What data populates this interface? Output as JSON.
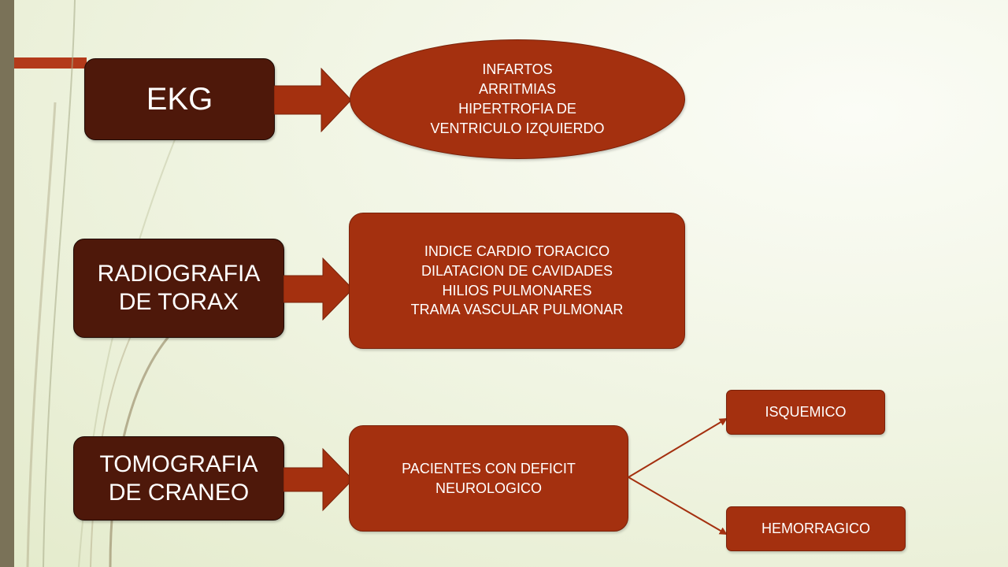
{
  "diagram": {
    "exams": [
      {
        "label": "EKG",
        "findings": "INFARTOS\nARRITMIAS\nHIPERTROFIA DE\nVENTRICULO IZQUIERDO"
      },
      {
        "label": "RADIOGRAFIA\nDE TORAX",
        "findings": "INDICE CARDIO TORACICO\nDILATACION DE CAVIDADES\nHILIOS PULMONARES\nTRAMA VASCULAR PULMONAR"
      },
      {
        "label": "TOMOGRAFIA\nDE CRANEO",
        "findings": "PACIENTES CON DEFICIT\nNEUROLOGICO"
      }
    ],
    "branches": [
      {
        "label": "ISQUEMICO"
      },
      {
        "label": "HEMORRAGICO"
      }
    ],
    "colors": {
      "dark_box": "#4e180a",
      "red_shape": "#a4300f",
      "accent": "#b33a1a",
      "left_bar": "#7a7258"
    }
  }
}
